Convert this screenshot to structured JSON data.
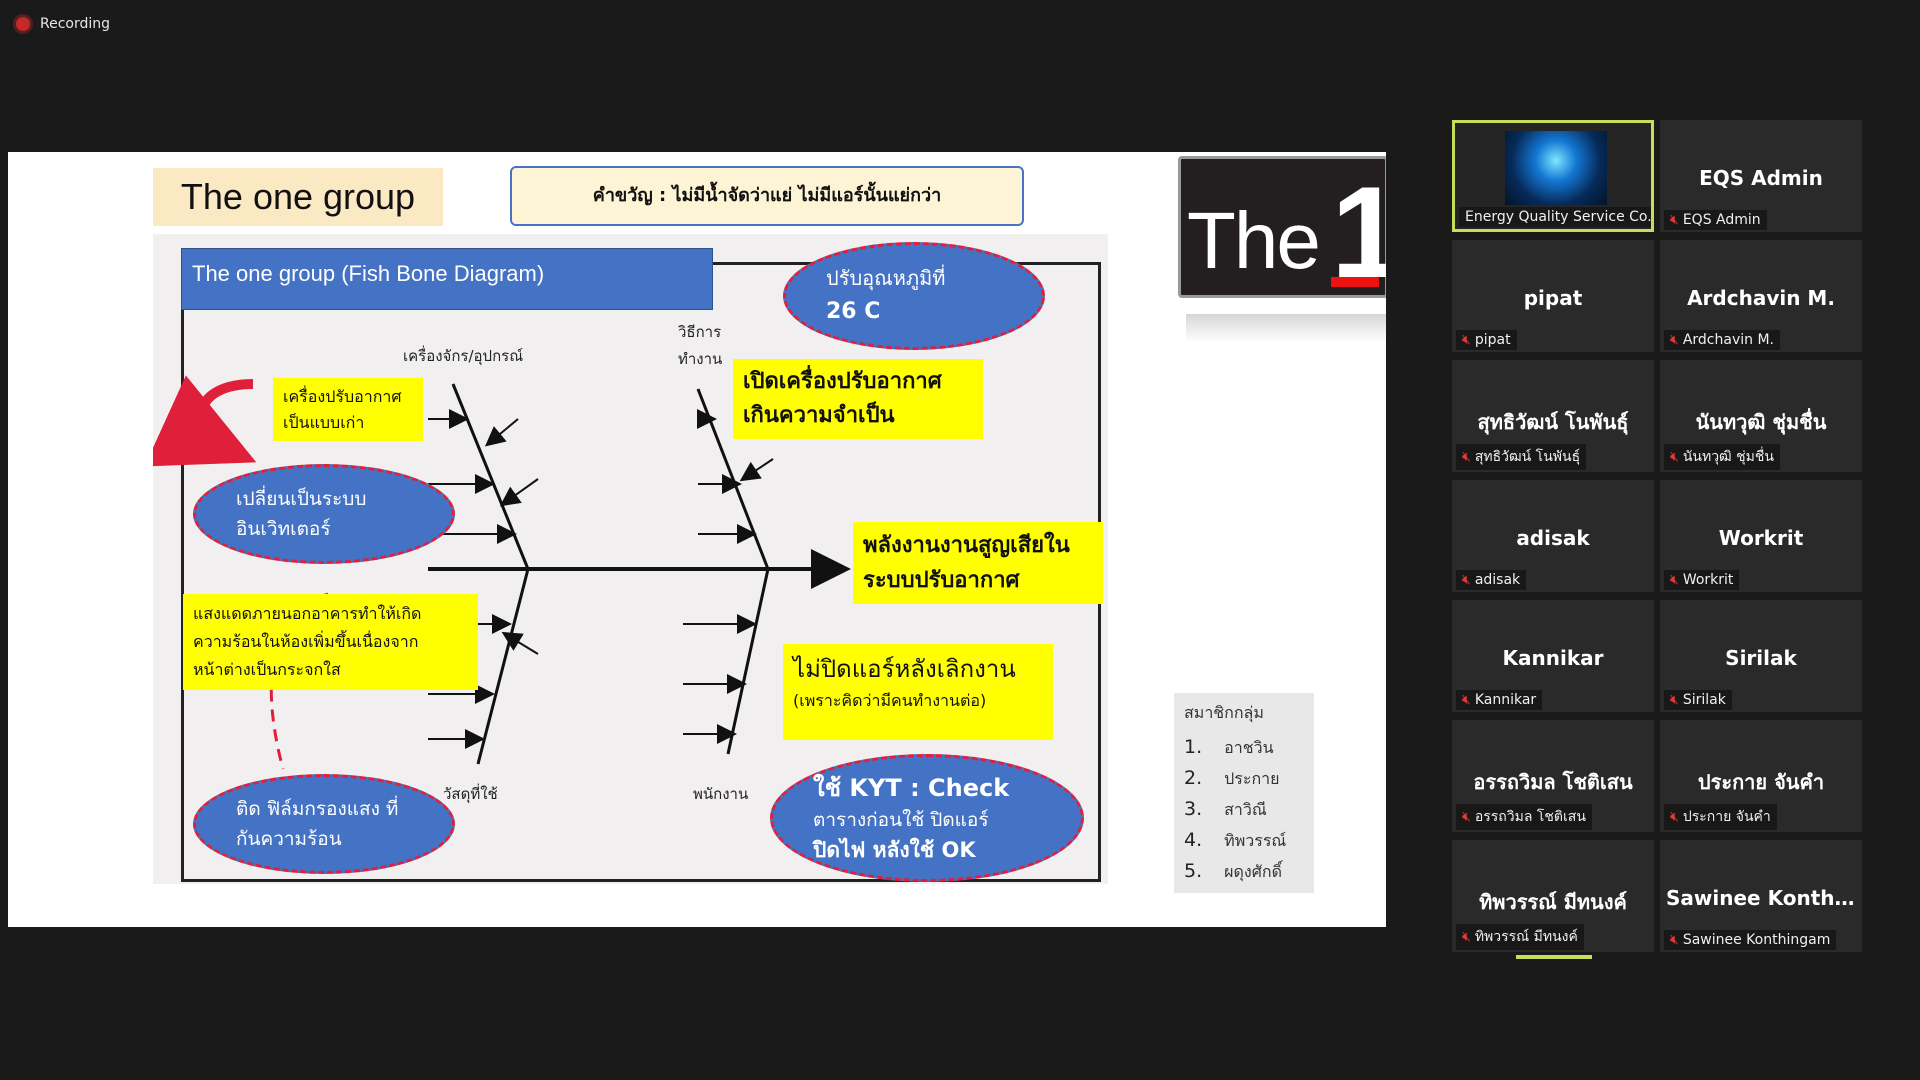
{
  "recording": {
    "label": "Recording"
  },
  "slide": {
    "title": "The one group",
    "quote": "คำขวัญ : ไม่มีน้ำจัดว่าแย่  ไม่มีแอร์นั้นแย่กว่า",
    "diagram_title": "The one group (Fish Bone Diagram)",
    "categories": {
      "machine": "เครื่องจักร/อุปกรณ์",
      "method": "วิธีการ\nทำงาน",
      "material": "วัสดุที่ใช้",
      "people": "พนักงาน"
    },
    "effect": "พลังงานงานสูญเสียใน\nระบบปรับอากาศ",
    "causes": {
      "old_ac": "เครื่องปรับอากาศ\nเป็นแบบเก่า",
      "ac_on": "เปิดเครื่องปรับอากาศ\nเกินความจำเป็น",
      "sunlight": "แสงแดดภายนอกอาคารทำให้เกิด\nความร้อนในห้องเพิ่มขึ้นเนื่องจาก\nหน้าต่างเป็นกระจกใส",
      "not_off_main": "ไม่ปิดแอร์หลังเลิกงาน",
      "not_off_sub": "(เพราะคิดว่ามีคนทำงานต่อ)"
    },
    "solutions": {
      "inverter": "เปลี่ยนเป็นระบบ\nอินเวิทเตอร์",
      "temp_line1": "ปรับอุณหภูมิที่",
      "temp_line2": "26 C",
      "film": "ติด ฟิล์มกรองแสง ที่\nกันความร้อน",
      "kyt_line1": "ใช้ KYT : Check",
      "kyt_line2": "ตารางก่อนใช้ ปิดแอร์",
      "kyt_line3": "ปิดไฟ หลังใช้ OK"
    },
    "logo": {
      "the": "The",
      "one": "1"
    },
    "members": {
      "title": "สมาชิกกลุ่ม",
      "list": [
        {
          "num": "1.",
          "name": "อาชวิน"
        },
        {
          "num": "2.",
          "name": "ประกาย"
        },
        {
          "num": "3.",
          "name": "สาวิณี"
        },
        {
          "num": "4.",
          "name": "ทิพวรรณ์"
        },
        {
          "num": "5.",
          "name": "ผดุงศักดิ์"
        }
      ]
    }
  },
  "participants": [
    {
      "big": "",
      "label": "Energy Quality Service Co...",
      "muted": false,
      "active": true
    },
    {
      "big": "EQS Admin",
      "label": "EQS Admin",
      "muted": true
    },
    {
      "big": "pipat",
      "label": "pipat",
      "muted": true
    },
    {
      "big": "Ardchavin M.",
      "label": "Ardchavin M.",
      "muted": true
    },
    {
      "big": "สุทธิวัฒน์ โนพันธุ์",
      "label": "สุทธิวัฒน์ โนพันธุ์",
      "muted": true
    },
    {
      "big": "นันทวุฒิ ชุ่มชื่น",
      "label": "นันทวุฒิ ชุ่มชื่น",
      "muted": true
    },
    {
      "big": "adisak",
      "label": "adisak",
      "muted": true
    },
    {
      "big": "Workrit",
      "label": "Workrit",
      "muted": true
    },
    {
      "big": "Kannikar",
      "label": "Kannikar",
      "muted": true
    },
    {
      "big": "Sirilak",
      "label": "Sirilak",
      "muted": true
    },
    {
      "big": "อรรถวิมล โชติเสน",
      "label": "อรรถวิมล โชติเสน",
      "muted": true
    },
    {
      "big": "ประกาย จันคำ",
      "label": "ประกาย จันคำ",
      "muted": true
    },
    {
      "big": "ทิพวรรณ์ มีทนงค์",
      "label": "ทิพวรรณ์ มีทนงค์",
      "muted": true
    },
    {
      "big": "Sawinee  Konthi...",
      "label": "Sawinee  Konthingam",
      "muted": true
    }
  ]
}
